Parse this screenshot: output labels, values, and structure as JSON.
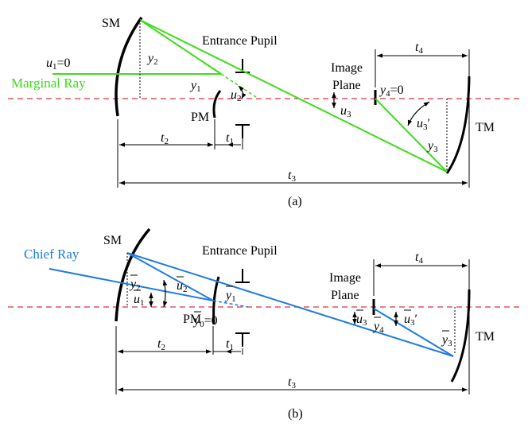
{
  "colors": {
    "marginal": "#3ddc1b",
    "chief": "#1f7be0",
    "axis": "#e0303a",
    "mirror": "#000000"
  },
  "diagram_a": {
    "caption": "(a)",
    "ray_label": "Marginal Ray",
    "sm": "SM",
    "pm": "PM",
    "tm": "TM",
    "entrance_pupil": "Entrance Pupil",
    "image_plane_line1": "Image",
    "image_plane_line2": "Plane",
    "u1": {
      "sym": "u",
      "sub": "1",
      "suffix": "=0"
    },
    "y2": {
      "sym": "y",
      "sub": "2"
    },
    "y1": {
      "sym": "y",
      "sub": "1"
    },
    "u2": {
      "sym": "u",
      "sub": "2"
    },
    "u3": {
      "sym": "u",
      "sub": "3"
    },
    "u3p": {
      "sym": "u",
      "sub": "3",
      "suffix": "′"
    },
    "y3": {
      "sym": "y",
      "sub": "3"
    },
    "y4": {
      "sym": "y",
      "sub": "4",
      "suffix": "=0"
    },
    "t1": {
      "sym": "t",
      "sub": "1"
    },
    "t2": {
      "sym": "t",
      "sub": "2"
    },
    "t3": {
      "sym": "t",
      "sub": "3"
    },
    "t4": {
      "sym": "t",
      "sub": "4"
    }
  },
  "diagram_b": {
    "caption": "(b)",
    "ray_label": "Chief Ray",
    "sm": "SM",
    "pm": "PM",
    "tm": "TM",
    "entrance_pupil": "Entrance Pupil",
    "image_plane_line1": "Image",
    "image_plane_line2": "Plane",
    "y2": {
      "sym": "y",
      "sub": "2"
    },
    "u2": {
      "sym": "u",
      "sub": "2"
    },
    "u1": {
      "sym": "u",
      "sub": "1"
    },
    "y1": {
      "sym": "y",
      "sub": "1"
    },
    "y0": {
      "sym": "y",
      "sub": "0",
      "suffix": "=0"
    },
    "u3": {
      "sym": "u",
      "sub": "3"
    },
    "y4": {
      "sym": "y",
      "sub": "4"
    },
    "u3p": {
      "sym": "u",
      "sub": "3",
      "suffix": "′"
    },
    "y3": {
      "sym": "y",
      "sub": "3"
    },
    "t1": {
      "sym": "t",
      "sub": "1"
    },
    "t2": {
      "sym": "t",
      "sub": "2"
    },
    "t3": {
      "sym": "t",
      "sub": "3"
    },
    "t4": {
      "sym": "t",
      "sub": "4"
    }
  }
}
